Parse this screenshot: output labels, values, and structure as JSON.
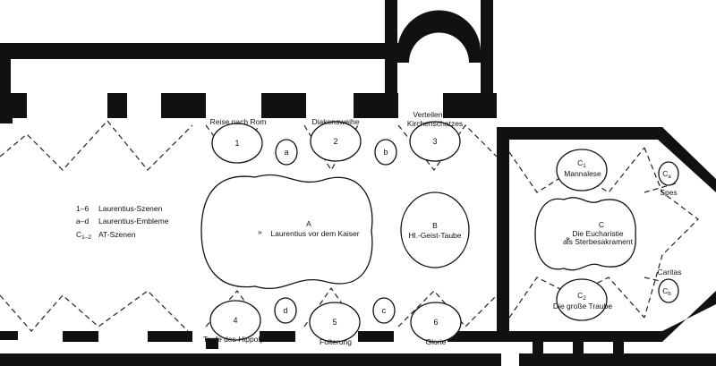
{
  "scenes_top": [
    {
      "num": "1",
      "label": "Reise nach Rom"
    },
    {
      "num": "2",
      "label": "Diakonsweihe"
    },
    {
      "num": "3",
      "label_line1": "Verteilen des",
      "label_line2": "Kirchenschatzes"
    }
  ],
  "scenes_bottom": [
    {
      "num": "4",
      "label": "Taufe des Hippolyt"
    },
    {
      "num": "5",
      "label": "Folterung"
    },
    {
      "num": "6",
      "label": "Glorie"
    }
  ],
  "emblems": {
    "a": "a",
    "b": "b",
    "c": "c",
    "d": "d"
  },
  "center_A": {
    "letter": "A",
    "title": "Laurentius vor dem Kaiser"
  },
  "center_B": {
    "letter": "B",
    "title": "Hl.-Geist-Taube"
  },
  "center_C": {
    "letter": "C",
    "line1": "Die Eucharistie",
    "line2": "als Sterbesakrament"
  },
  "at_scenes": {
    "c1": {
      "label": "C",
      "sub": "1",
      "title": "Mannalese"
    },
    "c2": {
      "label": "C",
      "sub": "2",
      "title": "Die große Traube"
    }
  },
  "virtues": {
    "ca": {
      "label": "C",
      "sub": "a",
      "title": "Spes"
    },
    "cb": {
      "label": "C",
      "sub": "b",
      "title": "Caritas"
    }
  },
  "legend": [
    {
      "key": "1–6",
      "text": "Laurentius-Szenen"
    },
    {
      "key": "a–d",
      "text": "Laurentius-Embleme"
    },
    {
      "key": "C",
      "key_sub": "1–2",
      "text": "AT-Szenen"
    }
  ],
  "marker_glyph": "»"
}
